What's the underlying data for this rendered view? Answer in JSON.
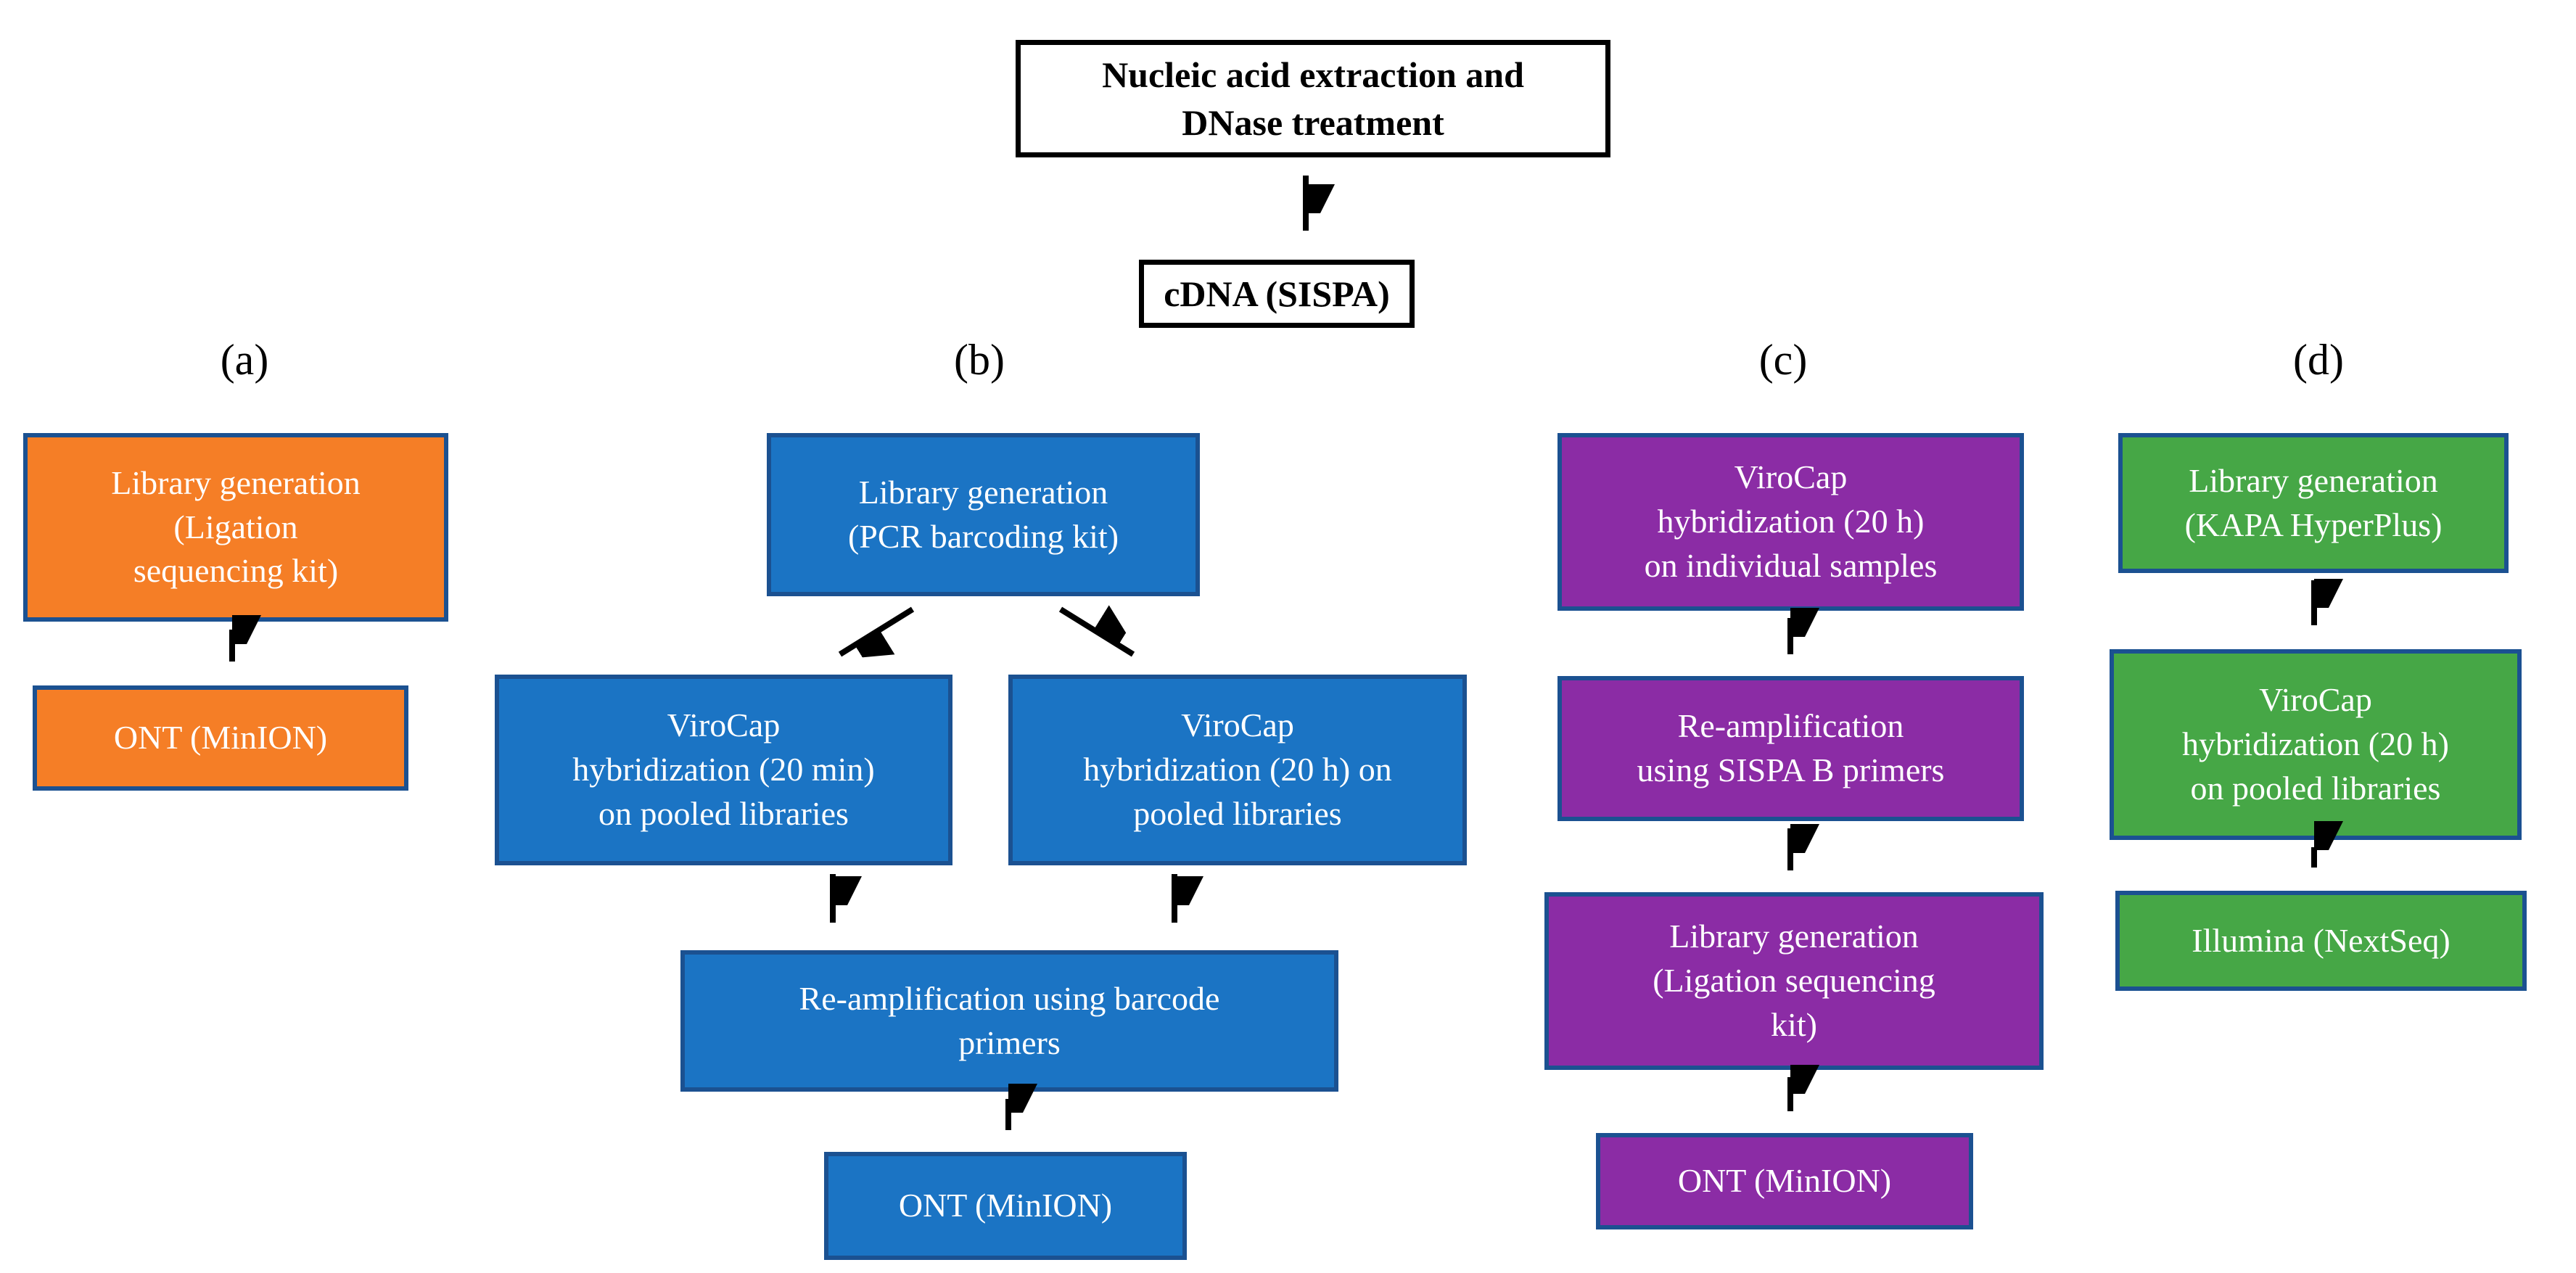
{
  "figure": {
    "description": "Sequencing workflow flowchart with four branches",
    "colors": {
      "branch_a_fill": "#F57E26",
      "branch_b_fill": "#1B74C4",
      "branch_c_fill": "#8B2CA5",
      "branch_d_fill": "#46A746",
      "colored_box_border": "#1B5191",
      "plain_box_border": "#000000",
      "plain_box_fill": "#ffffff",
      "light_text": "#ffffff",
      "dark_text": "#000000",
      "arrow": "#000000",
      "background": "#ffffff"
    },
    "top_nodes": [
      {
        "id": "extraction",
        "lines": [
          "Nucleic acid extraction and",
          "DNase treatment"
        ]
      },
      {
        "id": "cdna",
        "lines": [
          "cDNA (SISPA)"
        ]
      }
    ],
    "branches": {
      "a": {
        "label": "(a)",
        "boxes": [
          {
            "lines": [
              "Library generation",
              "(Ligation",
              "sequencing kit)"
            ]
          },
          {
            "lines": [
              "ONT (MinION)"
            ]
          }
        ]
      },
      "b": {
        "label": "(b)",
        "boxes": [
          {
            "lines": [
              "Library generation",
              "(PCR barcoding kit)"
            ]
          },
          {
            "lines": [
              "ViroCap",
              "hybridization (20 min)",
              "on pooled libraries"
            ]
          },
          {
            "lines": [
              "ViroCap",
              "hybridization (20 h) on",
              "pooled libraries"
            ]
          },
          {
            "lines": [
              "Re-amplification using barcode",
              "primers"
            ]
          },
          {
            "lines": [
              "ONT (MinION)"
            ]
          }
        ]
      },
      "c": {
        "label": "(c)",
        "boxes": [
          {
            "lines": [
              "ViroCap",
              "hybridization (20 h)",
              "on individual samples"
            ]
          },
          {
            "lines": [
              "Re-amplification",
              "using SISPA B primers"
            ]
          },
          {
            "lines": [
              "Library generation",
              "(Ligation sequencing",
              "kit)"
            ]
          },
          {
            "lines": [
              "ONT (MinION)"
            ]
          }
        ]
      },
      "d": {
        "label": "(d)",
        "boxes": [
          {
            "lines": [
              "Library generation",
              "(KAPA HyperPlus)"
            ]
          },
          {
            "lines": [
              "ViroCap",
              "hybridization (20 h)",
              "on pooled libraries"
            ]
          },
          {
            "lines": [
              "Illumina (NextSeq)"
            ]
          }
        ]
      }
    }
  }
}
